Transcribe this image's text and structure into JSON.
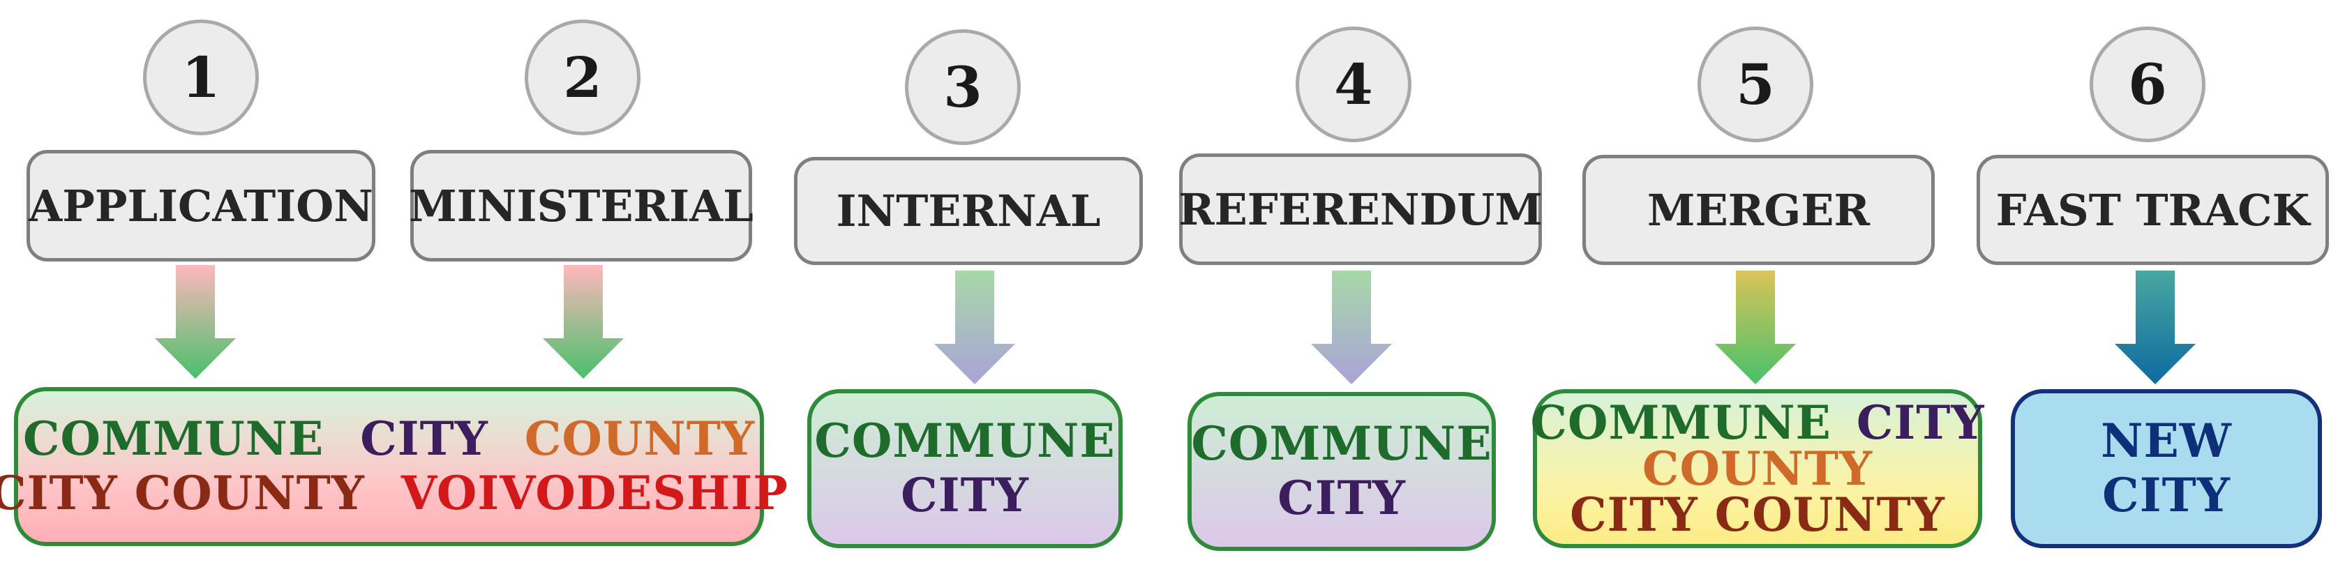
{
  "stages": [
    {
      "number": "1",
      "label": "APPLICATION"
    },
    {
      "number": "2",
      "label": "MINISTERIAL"
    },
    {
      "number": "3",
      "label": "INTERNAL"
    },
    {
      "number": "4",
      "label": "REFERENDUM"
    },
    {
      "number": "5",
      "label": "MERGER"
    },
    {
      "number": "6",
      "label": "FAST TRACK"
    }
  ],
  "outcomes": {
    "box1": {
      "row1": [
        "COMMUNE",
        "CITY",
        "COUNTY"
      ],
      "row2": [
        "CITY COUNTY",
        "VOIVODESHIP"
      ]
    },
    "box2": {
      "row1": "COMMUNE",
      "row2": "CITY"
    },
    "box3": {
      "row1": "COMMUNE",
      "row2": "CITY"
    },
    "box4": {
      "row1": [
        "COMMUNE",
        "CITY"
      ],
      "row2": "COUNTY",
      "row3": "CITY COUNTY"
    },
    "box5": {
      "row1": "NEW",
      "row2": "CITY"
    }
  },
  "colors": {
    "commune": "#1e6b2c",
    "city": "#3c1e5e",
    "county": "#d06a2a",
    "city_county": "#8a2a14",
    "voivodeship": "#d21818",
    "new_city": "#0f2f78",
    "circle_bg": "#ececec",
    "label_bg": "#ececec"
  }
}
